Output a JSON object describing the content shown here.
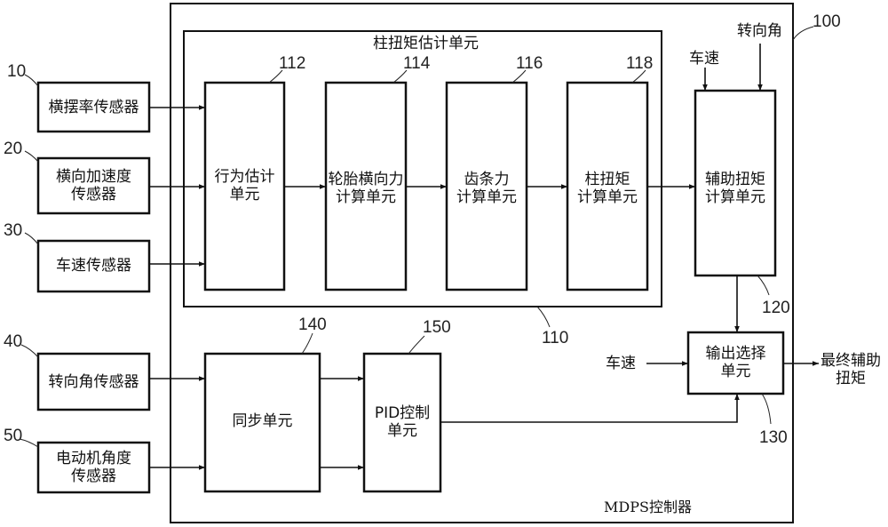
{
  "controller": {
    "ref": "100",
    "label": "MDPS控制器"
  },
  "column_torque_unit": {
    "ref": "110",
    "label": "柱扭矩估计单元"
  },
  "sensors": [
    {
      "ref": "10",
      "label": [
        "横摆率传感器"
      ]
    },
    {
      "ref": "20",
      "label": [
        "横向加速度",
        "传感器"
      ]
    },
    {
      "ref": "30",
      "label": [
        "车速传感器"
      ]
    },
    {
      "ref": "40",
      "label": [
        "转向角传感器"
      ]
    },
    {
      "ref": "50",
      "label": [
        "电动机角度",
        "传感器"
      ]
    }
  ],
  "units": {
    "behavior": {
      "ref": "112",
      "label": [
        "行为估计",
        "单元"
      ]
    },
    "tire_force": {
      "ref": "114",
      "label": [
        "轮胎横向力",
        "计算单元"
      ]
    },
    "rack_force": {
      "ref": "116",
      "label": [
        "齿条力",
        "计算单元"
      ]
    },
    "column_torque": {
      "ref": "118",
      "label": [
        "柱扭矩",
        "计算单元"
      ]
    },
    "assist_torque": {
      "ref": "120",
      "label": [
        "辅助扭矩",
        "计算单元"
      ]
    },
    "output_select": {
      "ref": "130",
      "label": [
        "输出选择",
        "单元"
      ]
    },
    "sync": {
      "ref": "140",
      "label": [
        "同步单元"
      ]
    },
    "pid": {
      "ref": "150",
      "label": [
        "PID控制",
        "单元"
      ]
    }
  },
  "signals": {
    "vehicle_speed_top": "车速",
    "steering_angle_top": "转向角",
    "vehicle_speed_side": "车速",
    "final_output": [
      "最终辅助",
      "扭矩"
    ]
  }
}
